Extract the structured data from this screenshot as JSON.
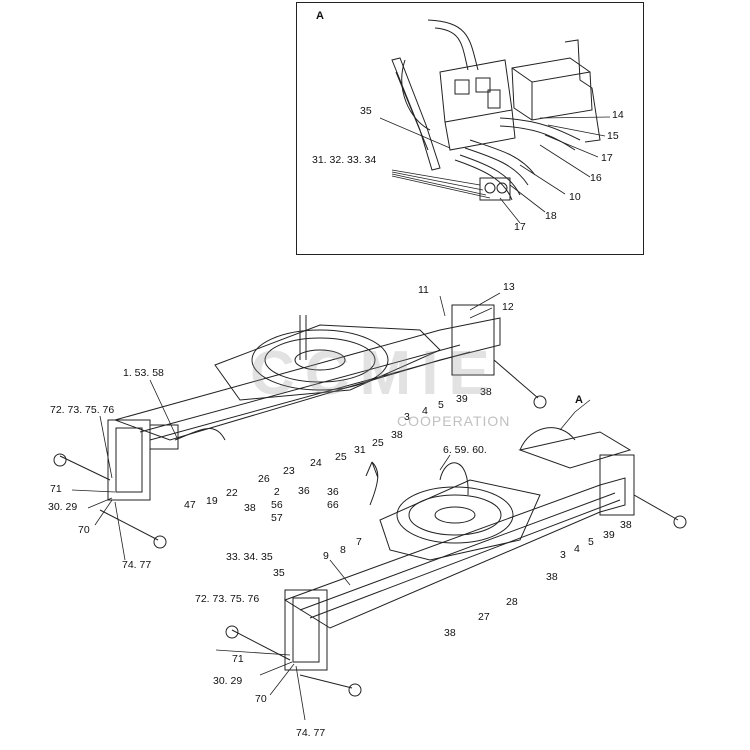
{
  "detail_view": {
    "letter": "A",
    "labels": {
      "l35": "35",
      "l31_32_33_34": "31. 32. 33. 34",
      "l14": "14",
      "l15": "15",
      "l17a": "17",
      "l16": "16",
      "l10": "10",
      "l18": "18",
      "l17b": "17"
    }
  },
  "main_view": {
    "ref_letter": "A",
    "upper_labels": {
      "l11": "11",
      "l13": "13",
      "l12": "12",
      "l1_53_58": "1. 53. 58",
      "l72_73_75_76": "72. 73. 75. 76",
      "l71": "71",
      "l30_29": "30. 29",
      "l70": "70",
      "l74_77": "74. 77",
      "l47": "47",
      "l19": "19",
      "l22": "22",
      "l38a": "38",
      "l26": "26",
      "l23": "23",
      "l2_56_57": "2\n56\n57",
      "l24": "24",
      "l36": "36",
      "l36_66": "36\n66",
      "l25a": "25",
      "l31": "31",
      "l25b": "25",
      "l38b": "38",
      "l3": "3",
      "l4": "4",
      "l5": "5",
      "l39": "39",
      "l38c": "38"
    },
    "lower_labels": {
      "l6_59_60": "6. 59. 60.",
      "l3": "3",
      "l4": "4",
      "l5": "5",
      "l39": "39",
      "l38a": "38",
      "l33_34_35": "33. 34. 35",
      "l9": "9",
      "l8": "8",
      "l7": "7",
      "l35": "35",
      "l72_73_75_76": "72. 73. 75. 76",
      "l71": "71",
      "l30_29": "30. 29",
      "l70": "70",
      "l74_77": "74. 77",
      "l38b": "38",
      "l27": "27",
      "l28": "28",
      "l38c": "38"
    }
  },
  "watermark": {
    "main": "CCMIE",
    "sub": "COOPERATION"
  }
}
